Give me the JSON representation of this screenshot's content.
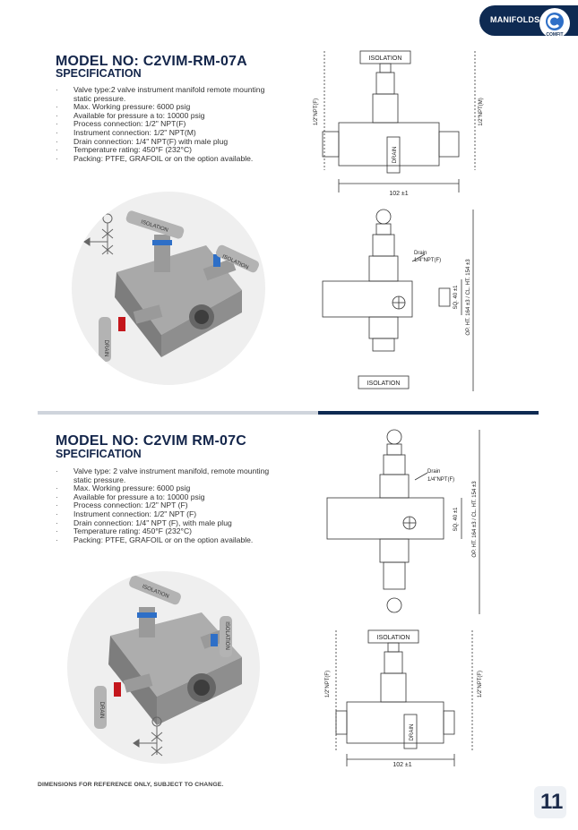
{
  "header": {
    "section_label": "MANIFOLDS",
    "logo_text": "COMFIT"
  },
  "models": [
    {
      "title": "MODEL NO: C2VIM-RM-07A",
      "spec_heading": "SPECIFICATION",
      "specs": [
        "Valve type:2 valve instrument manifold remote mounting static pressure.",
        "Max. Working pressure: 6000 psig",
        "Available for pressure a to: 10000 psig",
        "Process connection: 1/2\" NPT(F)",
        "Instrument connection: 1/2\"  NPT(M)",
        "Drain connection: 1/4\" NPT(F) with male plug",
        "Temperature rating: 450°F (232°C)",
        "Packing: PTFE, GRAFOIL or on the option available."
      ],
      "photo_labels": {
        "isolation_top": "ISOLATION",
        "isolation_side": "ISOLATION",
        "drain": "DRAIN"
      },
      "drawing_front": {
        "isolation": "ISOLATION",
        "left_dim": "1/2\"NPT(F)",
        "right_dim": "1/2\"NPT(M)",
        "drain": "DRAIN",
        "width_dim": "102 ±1"
      },
      "drawing_side": {
        "drain_note_1": "Drain",
        "drain_note_2": "1/4\"NPT(F)",
        "sq_dim": "SQ. 40 ±1",
        "height_dim": "OP. HT. 164 ±3 / CL. HT. 154 ±3",
        "isolation": "ISOLATION"
      }
    },
    {
      "title": "MODEL NO: C2VIM RM-07C",
      "spec_heading": "SPECIFICATION",
      "specs": [
        "Valve type: 2 valve instrument manifold, remote mounting static pressure.",
        "Max. Working pressure: 6000 psig",
        "Available for pressure a to: 10000 psig",
        "Process connection: 1/2\" NPT (F)",
        "Instrument connection: 1/2\" NPT (F)",
        "Drain connection: 1/4\" NPT (F), with male plug",
        "Temperature rating: 450°F (232°C)",
        "Packing: PTFE, GRAFOIL or on the option available."
      ],
      "photo_labels": {
        "isolation_top": "ISOLATION",
        "isolation_side": "ISOLATION",
        "drain": "DRAIN"
      },
      "drawing_side": {
        "drain_note_1": "Drain",
        "drain_note_2": "1/4\"NPT(F)",
        "sq_dim": "SQ. 40 ±1",
        "height_dim": "OP. HT. 164 ±3 / CL. HT. 154 ±3"
      },
      "drawing_front": {
        "isolation": "ISOLATION",
        "left_dim": "1/2\"NPT(F)",
        "right_dim": "1/2\"NPT(F)",
        "drain": "DRAIN",
        "width_dim": "102 ±1"
      }
    }
  ],
  "footer": {
    "note": "DIMENSIONS FOR REFERENCE ONLY, SUBJECT TO CHANGE.",
    "page_number": "11"
  },
  "colors": {
    "navy": "#0e2a52",
    "accent_blue": "#2e6fc7",
    "drain_red": "#c4161c",
    "divider_light": "#cfd4dc"
  }
}
